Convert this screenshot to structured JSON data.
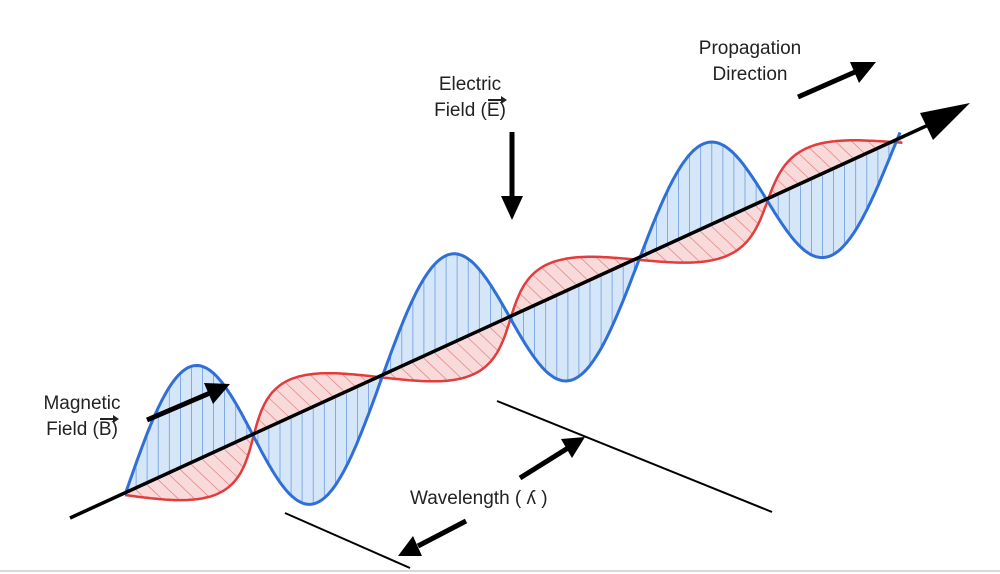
{
  "labels": {
    "electric_line1": "Electric",
    "electric_field_word": "Field (",
    "electric_symbol": "E",
    "electric_close": ")",
    "propagation_line1": "Propagation",
    "propagation_line2": "Direction",
    "magnetic_line1": "Magnetic",
    "magnetic_field_word": "Field (",
    "magnetic_symbol": "B",
    "magnetic_close": ")",
    "wavelength_text": "Wavelength ( ",
    "wavelength_symbol": "ʎ",
    "wavelength_close": " )"
  },
  "colors": {
    "electric_wave": "#2f6fd6",
    "electric_fill": "#cfe2f8",
    "magnetic_wave": "#e23c3c",
    "magnetic_fill": "#f8d4d4",
    "axis": "#000000",
    "label_text": "#222222"
  }
}
